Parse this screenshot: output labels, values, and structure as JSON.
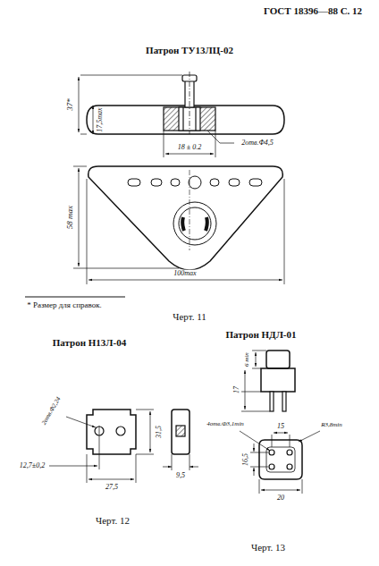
{
  "diagram": {
    "labels": [
      "ГОСТ 18396—88 С. 12",
      "Патрон ТУ13ЛЦ-02",
      "37*",
      "17,5max",
      "2отв.Ф4,5",
      "18 ± 0.2",
      "58 max",
      "100max",
      "* Размер для справок.",
      "Черт. 11",
      "Патрон Н13Л-04",
      "Патрон НДЛ-01",
      "2отв.Ф2,24",
      "31,5",
      "12,7±0,2",
      "27,5",
      "9,5",
      "Черт. 12",
      "6 min",
      "17",
      "4отв.Ф3,1min",
      "15",
      "R3,8min",
      "16,5",
      "20",
      "Черт. 13"
    ]
  }
}
